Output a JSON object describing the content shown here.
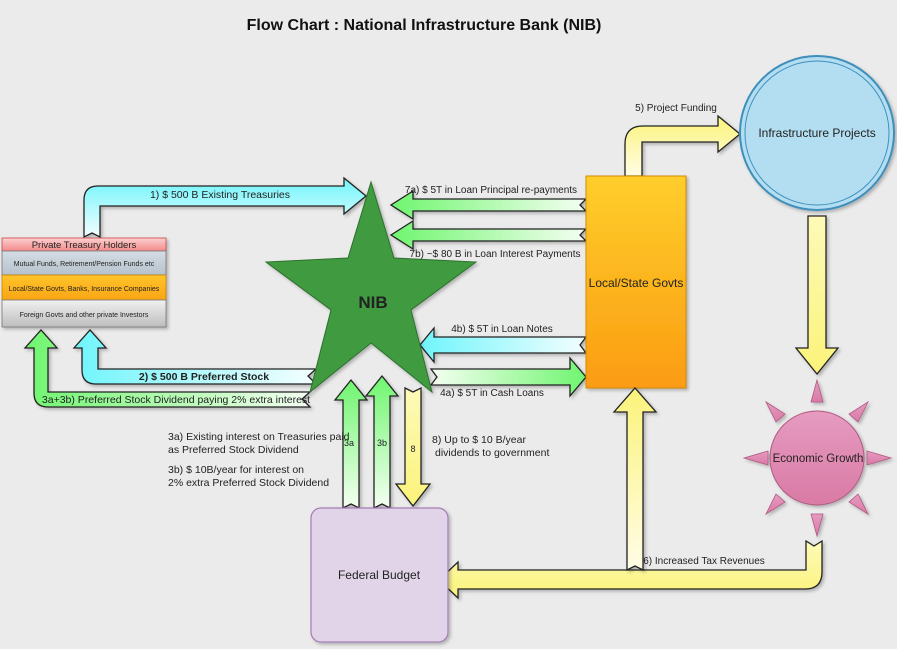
{
  "title": "Flow Chart : National Infrastructure Bank (NIB)",
  "nodes": {
    "nib": "NIB",
    "local_state": "Local/State Govts",
    "infrastructure": "Infrastructure Projects",
    "economic_growth": "Economic Growth",
    "federal_budget": "Federal Budget",
    "treasury_holders": {
      "header": "Private Treasury Holders",
      "rows": [
        "Mutual Funds, Retirement/Pension Funds etc",
        "Local/State Govts, Banks, Insurance Companies",
        "Foreign Govts and other private Investors"
      ]
    }
  },
  "arrows": {
    "a1": "1)  $ 500 B Existing Treasuries",
    "a2": "2) $ 500 B Preferred Stock",
    "a3ab": "3a+3b) Preferred Stock Dividend paying 2% extra interest",
    "a3a": "3a",
    "a3b": "3b",
    "a8": "8",
    "a4a": "4a) $ 5T in Cash Loans",
    "a4b": "4b) $ 5T in Loan Notes",
    "a5": "5) Project Funding",
    "a6": "6) Increased Tax Revenues",
    "a7a": "7a) $ 5T in Loan Principal re-payments",
    "a7b": "7b) ~$ 80 B in Loan Interest Payments"
  },
  "notes": {
    "n3a_line1": "3a) Existing interest on Treasuries paid",
    "n3a_line2": "as Preferred Stock Dividend",
    "n3b_line1": "3b) $ 10B/year for interest on",
    "n3b_line2": "2% extra Preferred Stock Dividend",
    "n8_line1": "8) Up to $ 10 B/year",
    "n8_line2": "dividends to government"
  },
  "colors": {
    "background": "#ebebeb",
    "nib_star": "#3f9a3f",
    "local_state": "#fbb41f",
    "infrastructure": "#b3def2",
    "economic_growth": "#dd86ae",
    "federal_budget": "#e1d4e8",
    "arrow_cyan": "#6ff5fb",
    "arrow_green": "#6ff56f",
    "arrow_yellow": "#fbf37a"
  }
}
